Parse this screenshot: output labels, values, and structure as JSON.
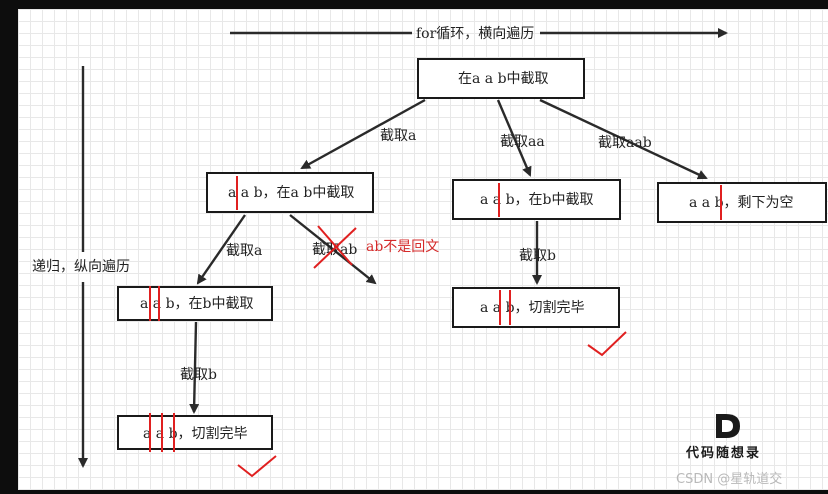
{
  "top_axis_label": "for循环，横向遍历",
  "left_axis_label": "递归，纵向遍历",
  "nodes": {
    "root": "在a a b中截取",
    "l1_left": "a a b，在a b中截取",
    "l1_mid": "a a b，在b中截取",
    "l1_right": "a a b，剩下为空",
    "l2_left": "a a b，在b中截取",
    "l2_mid": "a a b，切割完毕",
    "l3_left": "a a b，切割完毕"
  },
  "edges": {
    "root_to_left": "截取a",
    "root_to_mid": "截取aa",
    "root_to_right": "截取aab",
    "left_to_left": "截取a",
    "left_to_pruned": "截取ab",
    "pruned_note": "ab不是回文",
    "mid_to_mid": "截取b",
    "left2_to_left3": "截取b"
  },
  "logo_text": "代码随想录",
  "watermark": "CSDN @星轨道交",
  "colors": {
    "cut_mark": "#e02020",
    "pruned_note": "#d42a2a"
  }
}
